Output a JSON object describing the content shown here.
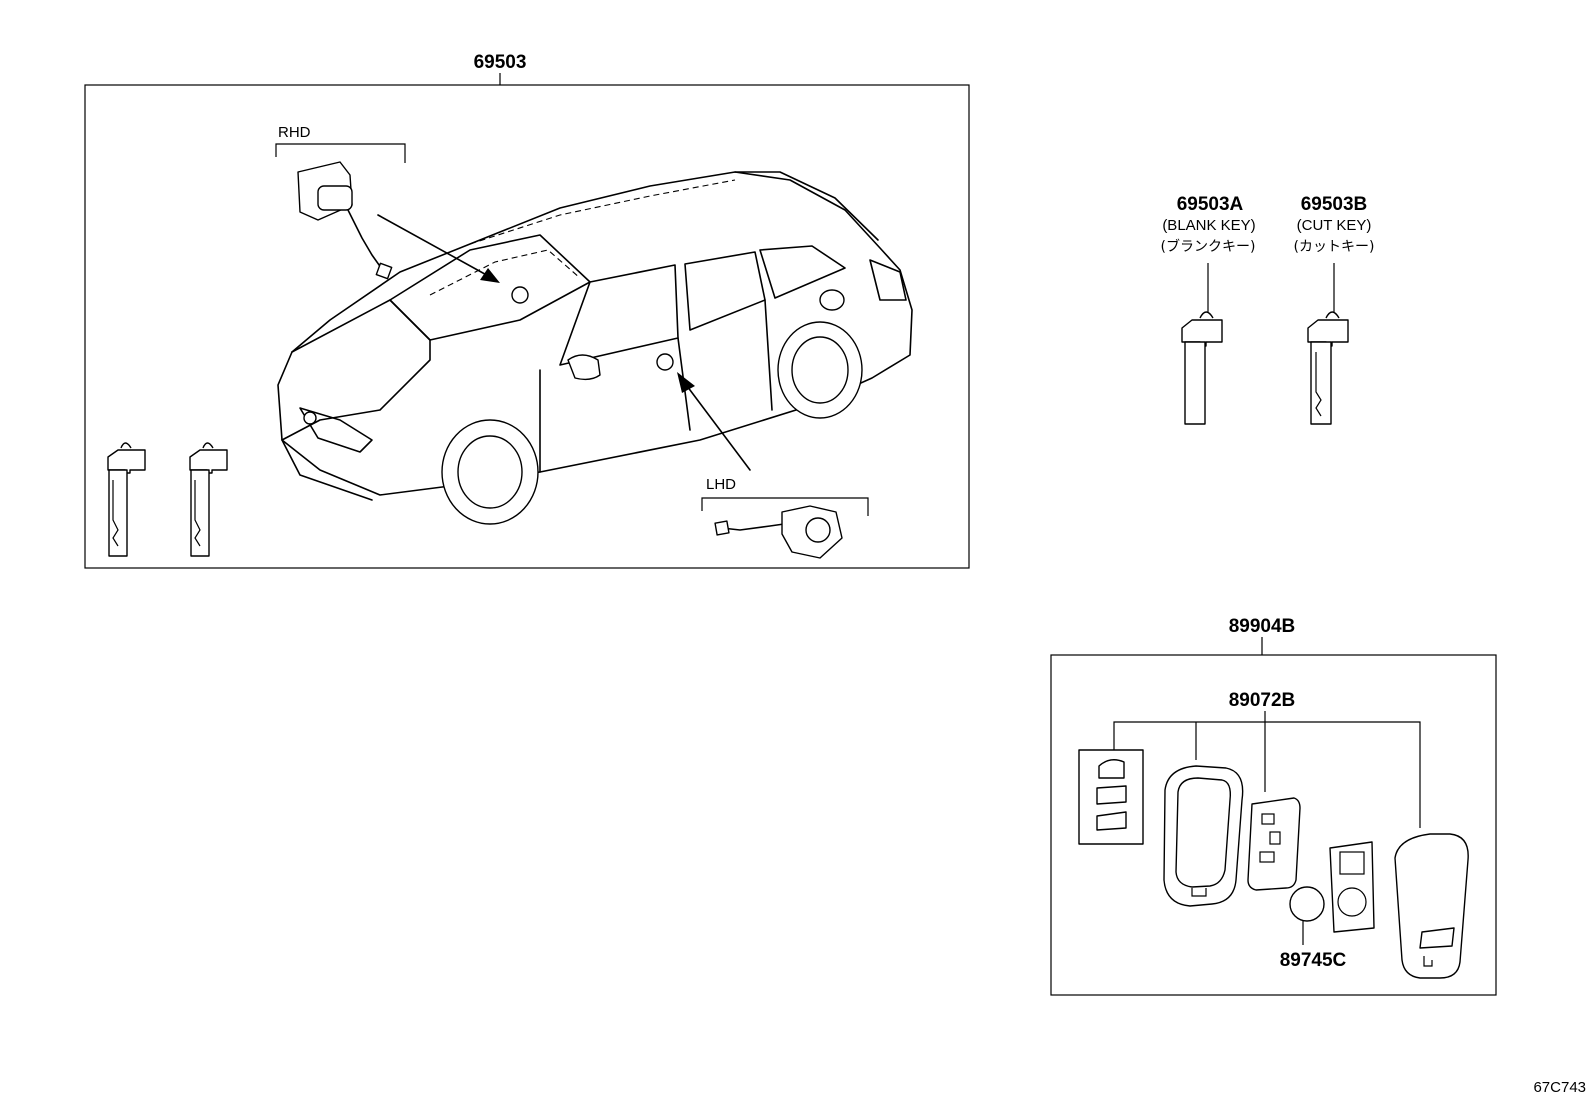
{
  "labels": {
    "main_assembly": "69503",
    "rhd": "RHD",
    "lhd": "LHD",
    "blank_key": "69503A",
    "blank_key_en": "(BLANK KEY)",
    "blank_key_jp": "(ブランクキー)",
    "cut_key": "69503B",
    "cut_key_en": "(CUT KEY)",
    "cut_key_jp": "(カットキー)",
    "transmitter_assembly": "89904B",
    "transmitter_case": "89072B",
    "battery": "89745C",
    "diagram_code": "67C743"
  },
  "colors": {
    "ink": "#000000",
    "paper": "#ffffff"
  }
}
